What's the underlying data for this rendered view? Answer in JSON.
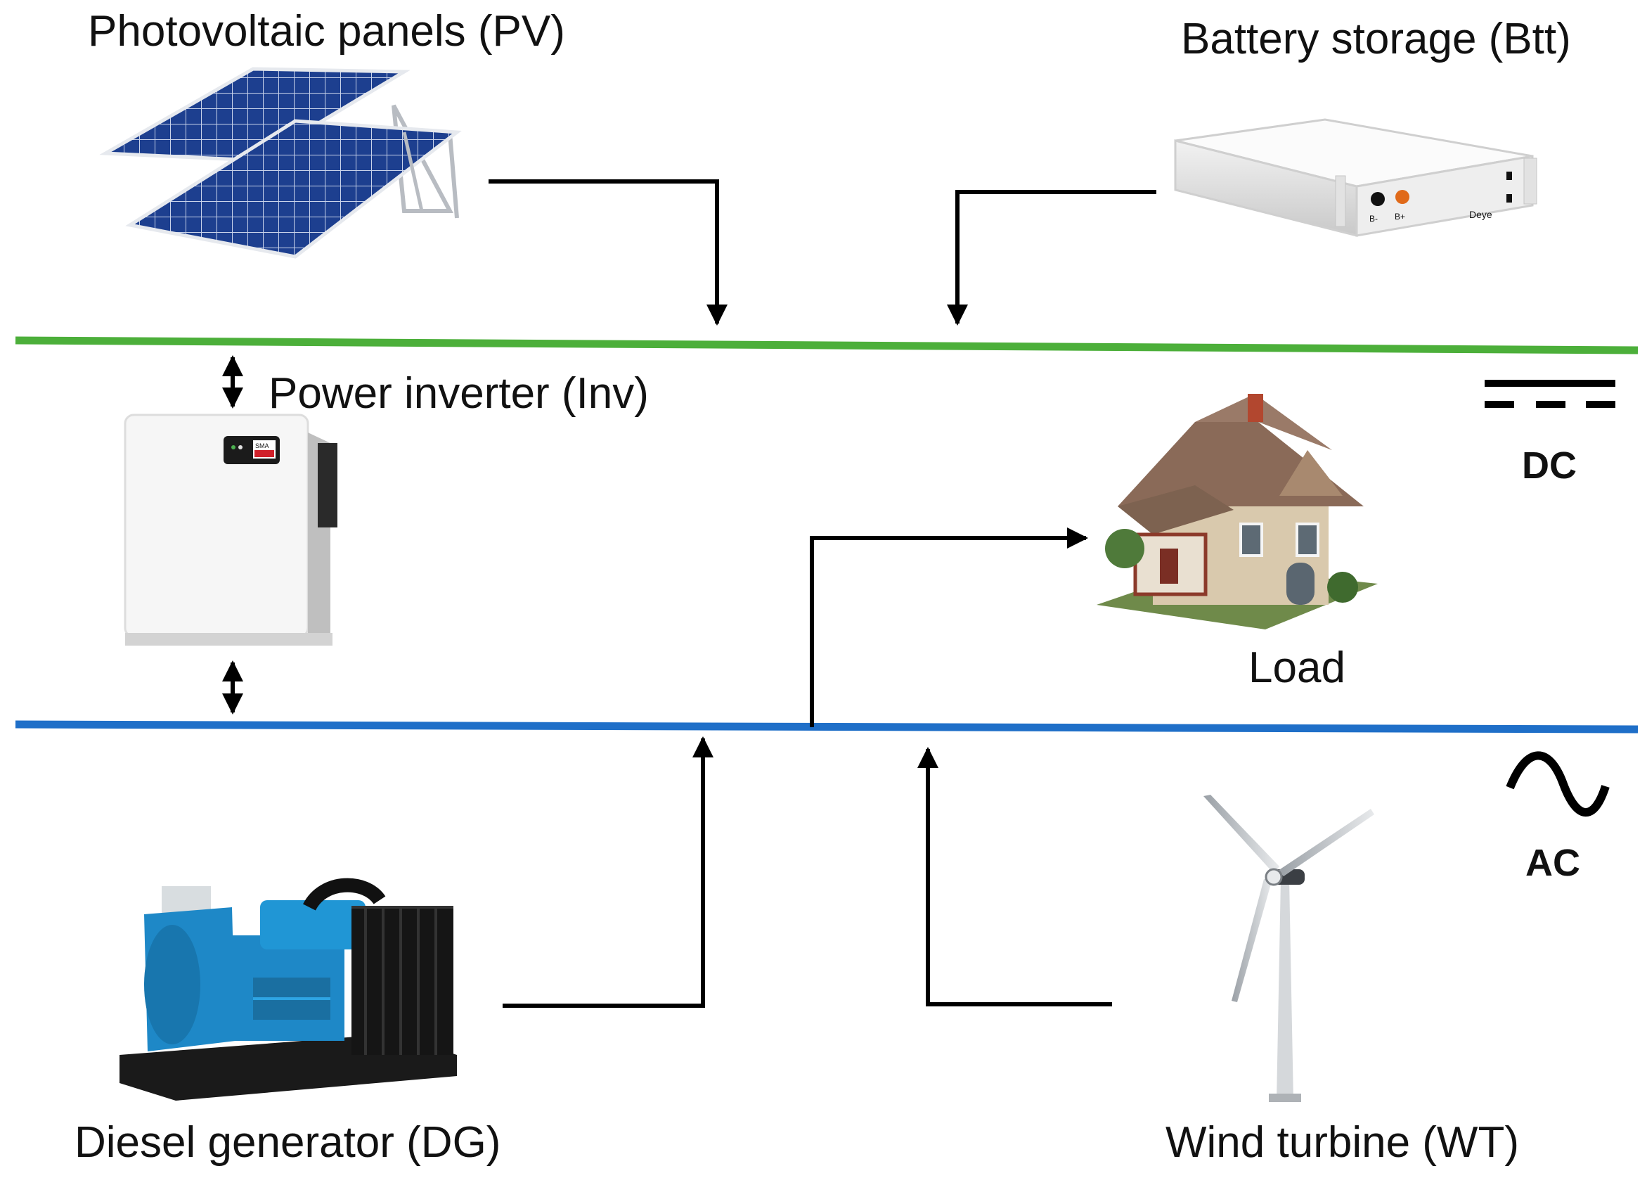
{
  "labels": {
    "pv": "Photovoltaic panels (PV)",
    "battery": "Battery storage (Btt)",
    "inverter": "Power inverter (Inv)",
    "load": "Load",
    "dc": "DC",
    "ac": "AC",
    "diesel": "Diesel generator (DG)",
    "wind": "Wind turbine (WT)"
  },
  "battery_terminals": {
    "neg": "B-",
    "pos": "B+",
    "brand": "Deye"
  },
  "inverter_brand": "SMA",
  "colors": {
    "dc_bus": "#4caf3a",
    "ac_bus": "#1f6fc8",
    "connector": "#000000",
    "pv_cell": "#1d3f8f",
    "generator": "#1e88c7"
  },
  "icons": {
    "pv": "solar-panel-icon",
    "battery": "battery-icon",
    "inverter": "inverter-icon",
    "load": "house-icon",
    "diesel": "diesel-generator-icon",
    "wind": "wind-turbine-icon",
    "dc": "dc-symbol-icon",
    "ac": "ac-sine-icon"
  }
}
